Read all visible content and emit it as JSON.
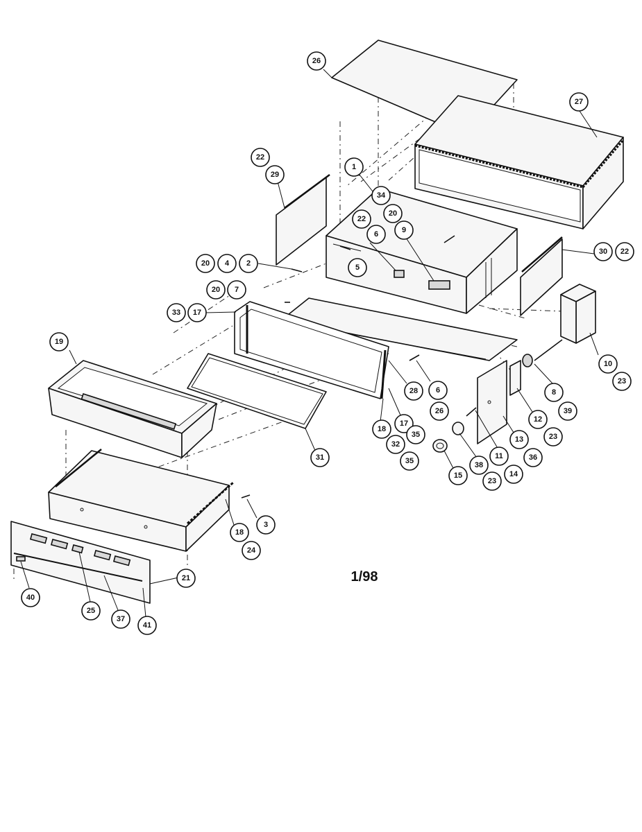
{
  "diagram": {
    "date_code": "1/98",
    "callouts": [
      {
        "label": "26"
      },
      {
        "label": "27"
      },
      {
        "label": "22"
      },
      {
        "label": "29"
      },
      {
        "label": "1"
      },
      {
        "label": "34"
      },
      {
        "label": "20"
      },
      {
        "label": "22"
      },
      {
        "label": "6"
      },
      {
        "label": "9"
      },
      {
        "label": "20"
      },
      {
        "label": "4"
      },
      {
        "label": "2"
      },
      {
        "label": "5"
      },
      {
        "label": "30"
      },
      {
        "label": "22"
      },
      {
        "label": "20"
      },
      {
        "label": "7"
      },
      {
        "label": "33"
      },
      {
        "label": "17"
      },
      {
        "label": "19"
      },
      {
        "label": "10"
      },
      {
        "label": "23"
      },
      {
        "label": "8"
      },
      {
        "label": "39"
      },
      {
        "label": "28"
      },
      {
        "label": "6"
      },
      {
        "label": "26"
      },
      {
        "label": "12"
      },
      {
        "label": "23"
      },
      {
        "label": "17"
      },
      {
        "label": "35"
      },
      {
        "label": "18"
      },
      {
        "label": "32"
      },
      {
        "label": "35"
      },
      {
        "label": "13"
      },
      {
        "label": "36"
      },
      {
        "label": "11"
      },
      {
        "label": "38"
      },
      {
        "label": "15"
      },
      {
        "label": "23"
      },
      {
        "label": "14"
      },
      {
        "label": "31"
      },
      {
        "label": "3"
      },
      {
        "label": "18"
      },
      {
        "label": "24"
      },
      {
        "label": "21"
      },
      {
        "label": "40"
      },
      {
        "label": "25"
      },
      {
        "label": "37"
      },
      {
        "label": "41"
      }
    ]
  }
}
